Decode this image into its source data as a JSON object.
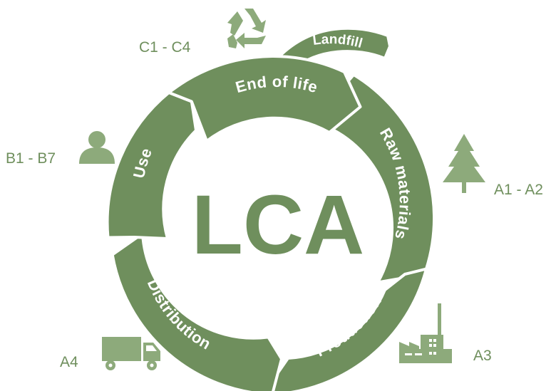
{
  "center": {
    "text": "LCA"
  },
  "segments": [
    {
      "label": "Raw materials"
    },
    {
      "label": "Production"
    },
    {
      "label": "Distribution"
    },
    {
      "label": "Use"
    },
    {
      "label": "End of life"
    }
  ],
  "branch": {
    "label": "Landfill"
  },
  "stage_codes": {
    "raw_materials": "A1 - A2",
    "production": "A3",
    "distribution": "A4",
    "use": "B1 - B7",
    "end_of_life": "C1 - C4"
  },
  "icons": {
    "raw_materials": "tree-icon",
    "production": "factory-icon",
    "distribution": "truck-icon",
    "use": "person-icon",
    "end_of_life": "recycle-icon"
  },
  "colors": {
    "segment": "#6f8f5d",
    "icon": "#8daa7b"
  }
}
